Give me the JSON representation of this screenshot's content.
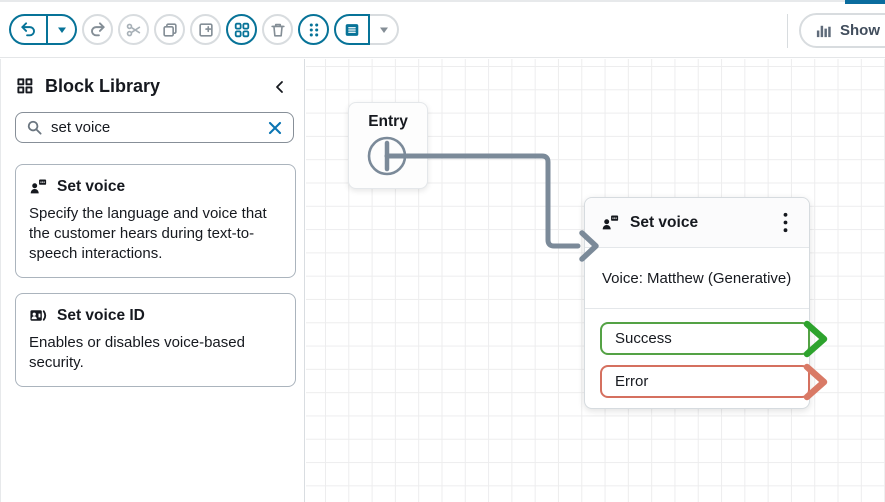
{
  "toolbar": {
    "buttons": [
      {
        "name": "undo",
        "icon": "undo-icon",
        "active": true
      },
      {
        "name": "undo-menu",
        "icon": "caret-down-icon",
        "active": true
      },
      {
        "name": "redo",
        "icon": "redo-icon",
        "active": false
      },
      {
        "name": "cut",
        "icon": "scissors-icon",
        "active": false
      },
      {
        "name": "copy",
        "icon": "copy-icon",
        "active": false
      },
      {
        "name": "paste",
        "icon": "paste-icon",
        "active": false
      },
      {
        "name": "arrange-blocks",
        "icon": "blocks-grid-icon",
        "active": true
      },
      {
        "name": "delete",
        "icon": "trash-icon",
        "active": false
      },
      {
        "name": "drag-handle",
        "icon": "drag-dots-icon",
        "active": true
      },
      {
        "name": "toggle-panel",
        "icon": "panel-list-icon",
        "active": true
      },
      {
        "name": "panel-menu",
        "icon": "caret-down-icon",
        "active": false
      }
    ],
    "show_metrics_label": "Show M"
  },
  "sidebar": {
    "header": {
      "icon": "blocks-grid-icon",
      "title": "Block Library",
      "collapse_icon": "chevron-left-icon"
    },
    "search": {
      "icon": "search-icon",
      "value": "set voice",
      "clear_icon": "close-icon"
    },
    "results": [
      {
        "icon": "person-chat-icon",
        "title": "Set voice",
        "description": "Specify the language and voice that the customer hears during text-to-speech interactions."
      },
      {
        "icon": "voice-id-icon",
        "title": "Set voice ID",
        "description": "Enables or disables voice-based security."
      }
    ]
  },
  "canvas": {
    "entry": {
      "label": "Entry",
      "icon": "entry-port-icon"
    },
    "connector_color": "#7b8a99",
    "node": {
      "icon": "person-chat-icon",
      "title": "Set voice",
      "menu_icon": "kebab-menu-icon",
      "detail": "Voice: Matthew (Generative)",
      "branches": [
        {
          "label": "Success",
          "color": "#54a245",
          "arrow_color": "#2da32d"
        },
        {
          "label": "Error",
          "color": "#d5705f",
          "arrow_color": "#d97a66"
        }
      ]
    }
  },
  "colors": {
    "accent_teal": "#077398",
    "clear_blue": "#0b75b3",
    "top_bar_accent": "#0a6c9e",
    "connector": "#7b8a99"
  }
}
